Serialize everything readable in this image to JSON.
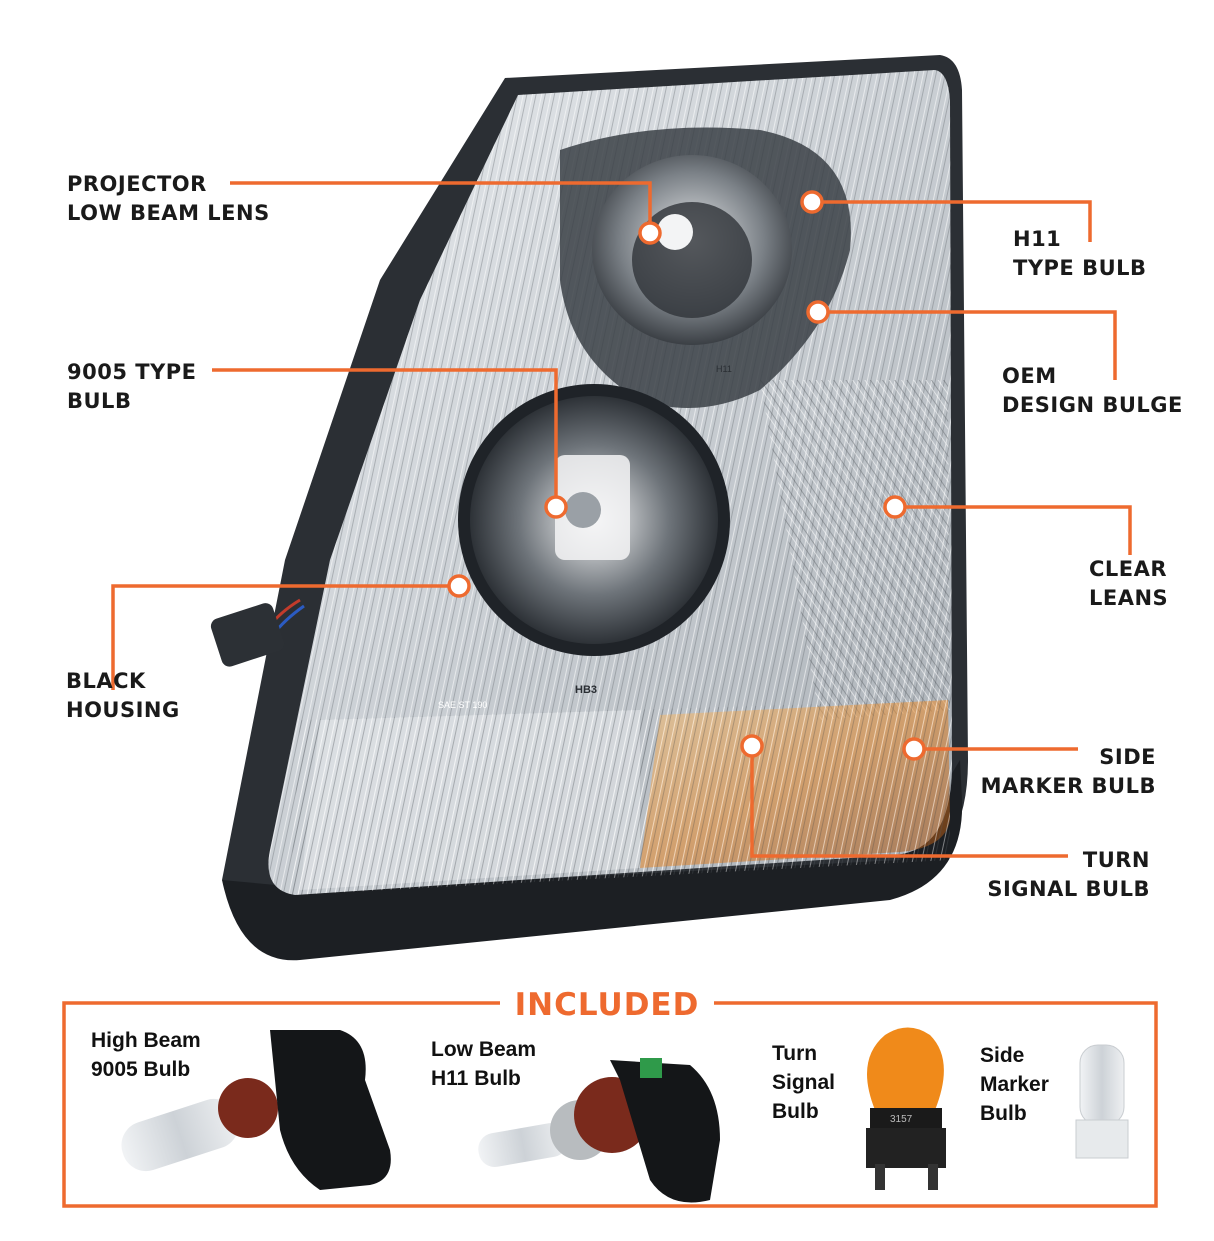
{
  "accent_color": "#ee6a2f",
  "callouts": {
    "projector": [
      "PROJECTOR",
      "LOW BEAM LENS"
    ],
    "h11": [
      "H11",
      "TYPE BULB"
    ],
    "bulb9005": [
      "9005 TYPE",
      "BULB"
    ],
    "oem": [
      "OEM",
      "DESIGN BULGE"
    ],
    "clear": [
      "CLEAR",
      "LEANS"
    ],
    "housing": [
      "BLACK",
      "HOUSING"
    ],
    "side_marker": [
      "SIDE",
      "MARKER BULB"
    ],
    "turn_signal": [
      "TURN",
      "SIGNAL BULB"
    ]
  },
  "lens_markings": {
    "sae": "SAE ST 190",
    "hb3": "HB3",
    "h11": "H11"
  },
  "included": {
    "title": "INCLUDED",
    "items": [
      {
        "name": "high-beam-9005-bulb",
        "label": [
          "High Beam",
          "9005 Bulb"
        ]
      },
      {
        "name": "low-beam-h11-bulb",
        "label": [
          "Low Beam",
          "H11 Bulb"
        ]
      },
      {
        "name": "turn-signal-bulb",
        "label": [
          "Turn",
          "Signal",
          "Bulb"
        ],
        "marking": "3157"
      },
      {
        "name": "side-marker-bulb",
        "label": [
          "Side",
          "Marker",
          "Bulb"
        ]
      }
    ]
  }
}
